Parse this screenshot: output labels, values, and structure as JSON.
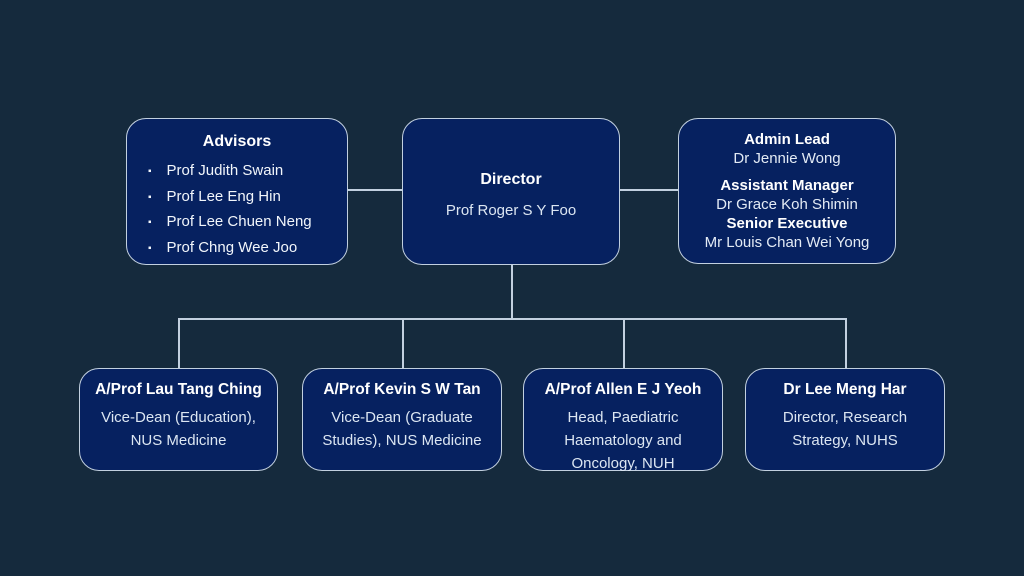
{
  "slide": {
    "background_color": "#152a3d",
    "node_fill_color": "#062160",
    "node_border_color": "#c2d0e0",
    "connector_color": "#c2d0e0",
    "title_text_color": "#ffffff",
    "body_text_color": "#dce6f2"
  },
  "icons": {
    "bullet": "▪"
  },
  "org": {
    "advisors": {
      "title": "Advisors",
      "members": [
        "Prof Judith Swain",
        "Prof Lee Eng Hin",
        "Prof Lee Chuen Neng",
        "Prof Chng Wee Joo"
      ]
    },
    "director": {
      "title": "Director",
      "name": "Prof Roger S Y Foo"
    },
    "admin": {
      "roles": [
        {
          "title": "Admin Lead",
          "name": "Dr Jennie Wong"
        },
        {
          "title": "Assistant Manager",
          "name": "Dr Grace Koh Shimin"
        },
        {
          "title": "Senior Executive",
          "name": "Mr Louis Chan Wei Yong"
        }
      ]
    },
    "reports": [
      {
        "name": "A/Prof Lau Tang Ching",
        "role": "Vice-Dean (Education), NUS Medicine"
      },
      {
        "name": "A/Prof Kevin S W Tan",
        "role": "Vice-Dean (Graduate Studies), NUS Medicine"
      },
      {
        "name": "A/Prof Allen E J Yeoh",
        "role": "Head, Paediatric Haematology and Oncology, NUH"
      },
      {
        "name": "Dr Lee Meng Har",
        "role": "Director, Research Strategy, NUHS"
      }
    ]
  }
}
